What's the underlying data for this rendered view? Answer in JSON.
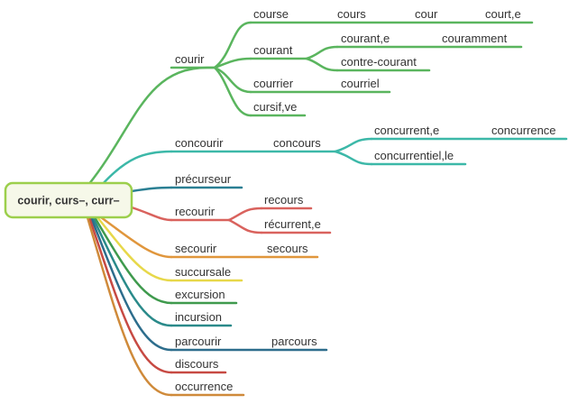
{
  "root": {
    "label": "courir, curs–, curr–",
    "fill": "#f6f8e9",
    "border": "#9ccf4c"
  },
  "colors": {
    "green": "#5ab55e",
    "teal": "#3cb8a8",
    "petrol": "#2a7f93",
    "red": "#d9625d",
    "orange": "#e0963c",
    "yellow": "#e7d84a",
    "darkgreen": "#3f9a4d",
    "dark_teal": "#2a8a8a",
    "blue": "#2d6d8c",
    "crimson": "#c74a43",
    "brown": "#cf8a3a"
  },
  "branches": {
    "courir": {
      "label": "courir",
      "course": {
        "label": "course",
        "cours": {
          "label": "cours",
          "cour": {
            "label": "cour",
            "court": {
              "label": "court,e"
            }
          }
        }
      },
      "courant": {
        "label": "courant",
        "courante": {
          "label": "courant,e",
          "couramment": {
            "label": "couramment"
          }
        },
        "contrecourant": {
          "label": "contre-courant"
        }
      },
      "courrier": {
        "label": "courrier",
        "courriel": {
          "label": "courriel"
        }
      },
      "cursif": {
        "label": "cursif,ve"
      }
    },
    "concourir": {
      "label": "concourir",
      "concours": {
        "label": "concours",
        "concurrent": {
          "label": "concurrent,e",
          "concurrence": {
            "label": "concurrence"
          }
        },
        "concurrentiel": {
          "label": "concurrentiel,le"
        }
      }
    },
    "precurseur": {
      "label": "précurseur"
    },
    "recourir": {
      "label": "recourir",
      "recours": {
        "label": "recours"
      },
      "recurrent": {
        "label": "récurrent,e"
      }
    },
    "secourir": {
      "label": "secourir",
      "secours": {
        "label": "secours"
      }
    },
    "succursale": {
      "label": "succursale"
    },
    "excursion": {
      "label": "excursion"
    },
    "incursion": {
      "label": "incursion"
    },
    "parcourir": {
      "label": "parcourir",
      "parcours": {
        "label": "parcours"
      }
    },
    "discours": {
      "label": "discours"
    },
    "occurrence": {
      "label": "occurrence"
    }
  }
}
